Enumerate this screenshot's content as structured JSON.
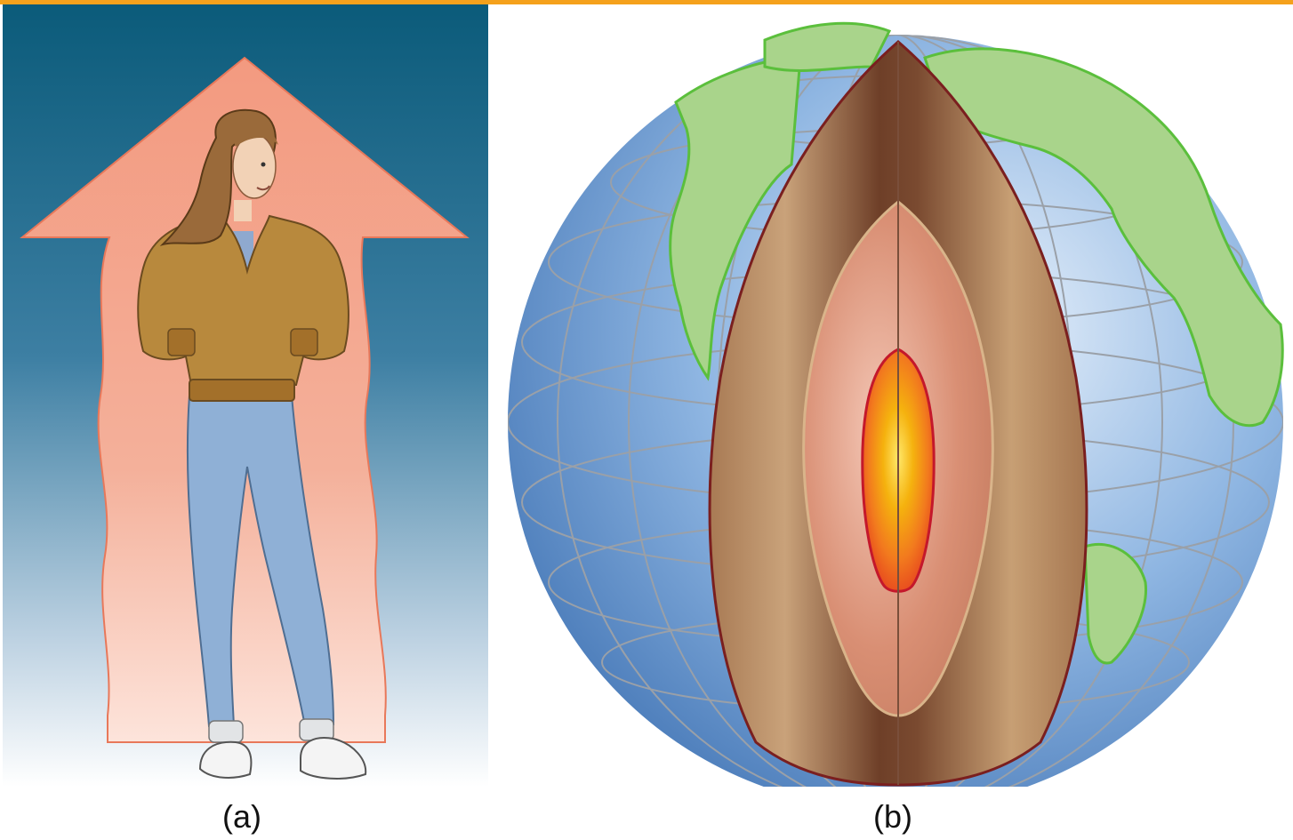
{
  "colors": {
    "accent_bar": "#f5a11c",
    "sky_top": "#0b5b7a",
    "sky_bottom": "#ffffff",
    "heat_arrow": "#f3a48a",
    "heat_arrow_edge": "#e8785a",
    "jacket": "#b8893d",
    "jeans": "#8fb0d6",
    "hair": "#9a6a3a",
    "ocean": "#5f93cf",
    "land": "#a9d48b",
    "land_edge": "#5bbf3c",
    "grid": "#9aa0a8",
    "mantle": "#8a5a3c",
    "outer_core": "#d98f74",
    "inner_core": "#f2b705",
    "inner_core_edge": "#c4182b"
  },
  "panels": [
    {
      "id": "a",
      "caption": "(a)",
      "depicts": [
        "person-figure",
        "upward-heat-arrow"
      ]
    },
    {
      "id": "b",
      "caption": "(b)",
      "depicts": [
        "earth-globe",
        "cutaway-interior",
        "core"
      ]
    }
  ]
}
